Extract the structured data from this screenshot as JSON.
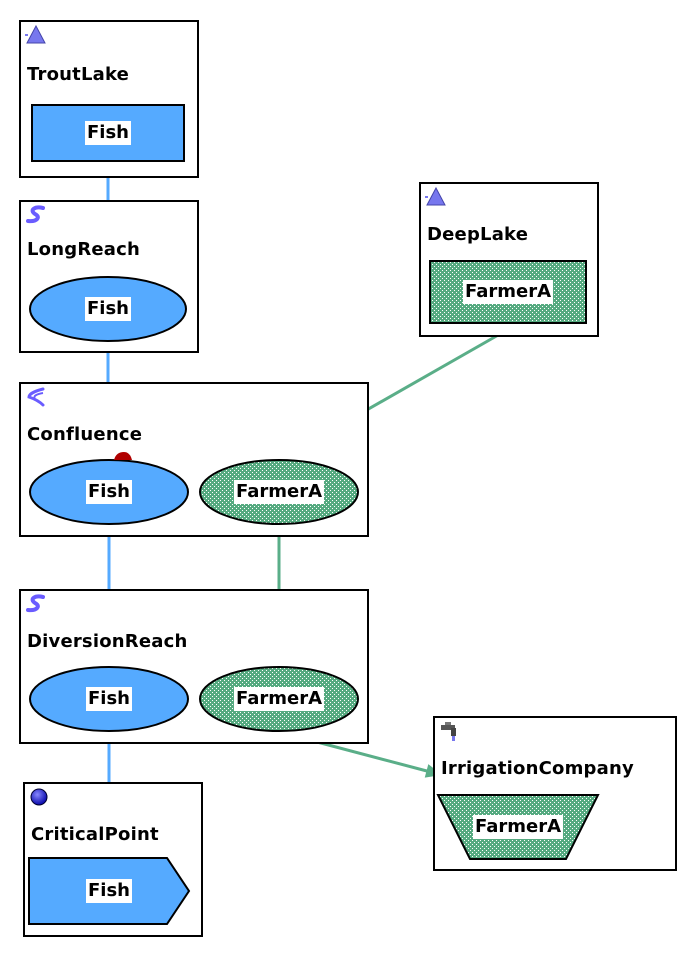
{
  "diagram": {
    "title": "",
    "colors": {
      "fish": "#55aaff",
      "fish_line": "#55aaff",
      "farmer": "#55aa80",
      "farmer_line": "#5aae88",
      "node_icon_lake": "#7777ee",
      "node_icon_reach": "#6a5cff",
      "critical_point": "#1818c8",
      "marker_red": "#b00000"
    },
    "nodes": [
      {
        "id": "troutlake",
        "name": "TroutLake",
        "icon": "lake-triangle-icon",
        "objects": [
          {
            "label": "Fish",
            "type": "fish",
            "shape": "rectangle"
          }
        ]
      },
      {
        "id": "longreach",
        "name": "LongReach",
        "icon": "reach-s-icon",
        "objects": [
          {
            "label": "Fish",
            "type": "fish",
            "shape": "ellipse"
          }
        ]
      },
      {
        "id": "deeplake",
        "name": "DeepLake",
        "icon": "lake-triangle-icon",
        "objects": [
          {
            "label": "FarmerA",
            "type": "farmer",
            "shape": "rectangle"
          }
        ]
      },
      {
        "id": "confluence",
        "name": "Confluence",
        "icon": "confluence-icon",
        "objects": [
          {
            "label": "Fish",
            "type": "fish",
            "shape": "ellipse"
          },
          {
            "label": "FarmerA",
            "type": "farmer",
            "shape": "ellipse"
          }
        ]
      },
      {
        "id": "diversionreach",
        "name": "DiversionReach",
        "icon": "reach-s-icon",
        "objects": [
          {
            "label": "Fish",
            "type": "fish",
            "shape": "ellipse"
          },
          {
            "label": "FarmerA",
            "type": "farmer",
            "shape": "ellipse"
          }
        ]
      },
      {
        "id": "irrigationcompany",
        "name": "IrrigationCompany",
        "icon": "faucet-icon",
        "objects": [
          {
            "label": "FarmerA",
            "type": "farmer",
            "shape": "trapezoid"
          }
        ]
      },
      {
        "id": "criticalpoint",
        "name": "CriticalPoint",
        "icon": "critical-point-dot-icon",
        "objects": [
          {
            "label": "Fish",
            "type": "fish",
            "shape": "pentagon-arrow"
          }
        ]
      }
    ],
    "links": [
      {
        "from": "troutlake.Fish",
        "to": "longreach.Fish",
        "type": "fish"
      },
      {
        "from": "longreach.Fish",
        "to": "confluence.Fish",
        "type": "fish"
      },
      {
        "from": "deeplake.FarmerA",
        "to": "confluence.FarmerA",
        "type": "farmer",
        "arrow": true
      },
      {
        "from": "confluence.Fish",
        "to": "diversionreach.Fish",
        "type": "fish"
      },
      {
        "from": "confluence.FarmerA",
        "to": "diversionreach.FarmerA",
        "type": "farmer",
        "arrow": true
      },
      {
        "from": "diversionreach.Fish",
        "to": "criticalpoint.Fish",
        "type": "fish"
      },
      {
        "from": "diversionreach.FarmerA",
        "to": "irrigationcompany.FarmerA",
        "type": "farmer",
        "arrow": true
      }
    ]
  }
}
